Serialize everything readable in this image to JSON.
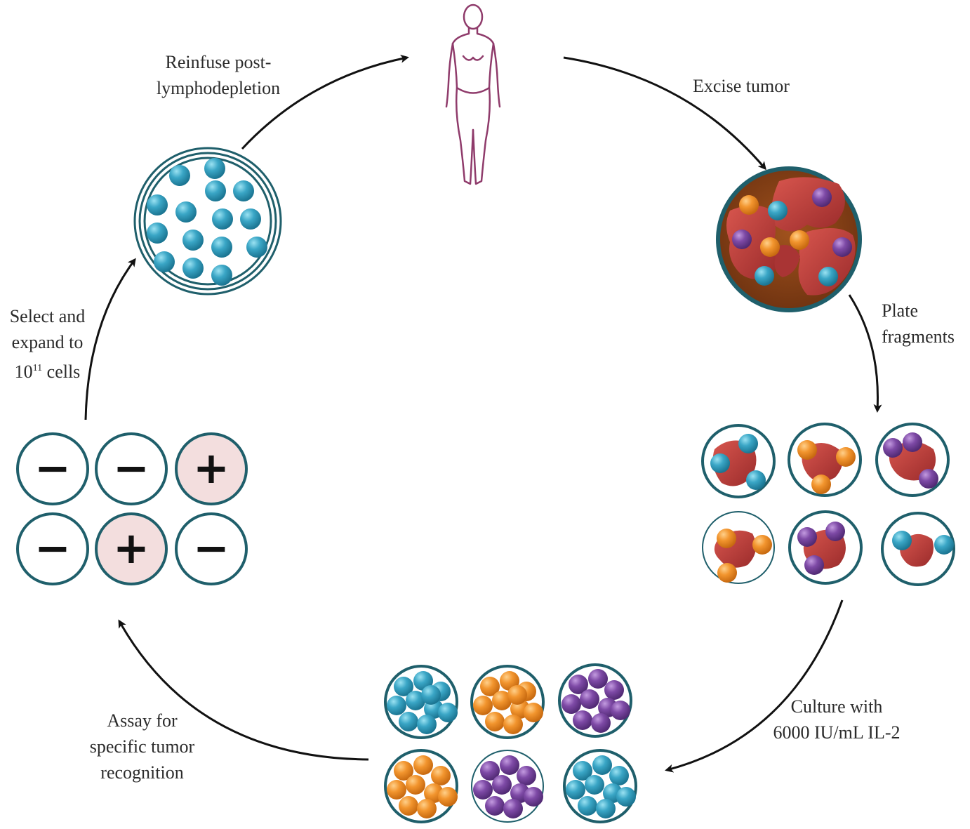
{
  "colors": {
    "ring": "#1f5f6b",
    "cell_blue": "#3aa6c6",
    "cell_orange": "#f2952e",
    "cell_purple": "#7e4aa6",
    "tumor_red": "#b83a3a",
    "tumor_bg": "#8a4316",
    "positive_fill": "#f3dede",
    "human_outline": "#8f3b6b",
    "arrow": "#111111"
  },
  "steps": {
    "reinfuse": {
      "line1": "Reinfuse post-",
      "line2": "lymphodepletion"
    },
    "excise": {
      "line1": "Excise tumor"
    },
    "plate": {
      "line1": "Plate",
      "line2": "fragments"
    },
    "culture": {
      "line1": "Culture with",
      "line2": "6000 IU/mL IL-2"
    },
    "assay": {
      "line1": "Assay for",
      "line2": "specific tumor",
      "line3": "recognition"
    },
    "select": {
      "line1": "Select and",
      "line2": "expand to",
      "line3_base": "10",
      "line3_sup": "11",
      "line3_rest": " cells"
    }
  },
  "assay_results": [
    "−",
    "−",
    "+",
    "−",
    "+",
    "−"
  ]
}
